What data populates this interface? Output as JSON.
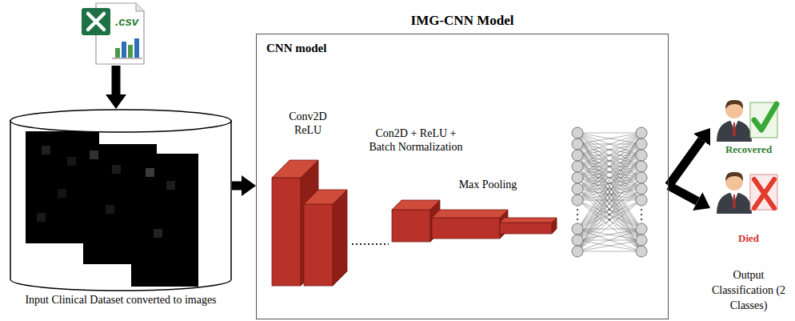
{
  "diagram": {
    "title": "IMG-CNN Model",
    "nodes": [
      {
        "text": [
          ".csv"
        ]
      },
      {
        "text": [
          "Input Clinical Dataset converted to images"
        ]
      },
      {
        "text": [
          "CNN model"
        ]
      },
      {
        "text": [
          "Recovered"
        ]
      },
      {
        "text": [
          "Died"
        ]
      }
    ],
    "edges": [
      {
        "from": 0,
        "to": 1,
        "arrow": "to"
      },
      {
        "from": 1,
        "to": 2,
        "arrow": "to"
      },
      {
        "from": 2,
        "to": 3,
        "arrow": "to"
      },
      {
        "from": 2,
        "to": 4,
        "arrow": "to"
      }
    ],
    "labels": [
      "Conv2D ReLU",
      "Con2D + ReLU + Batch Normalization",
      "Max Pooling",
      "Output Classification (2 Classes)"
    ]
  }
}
